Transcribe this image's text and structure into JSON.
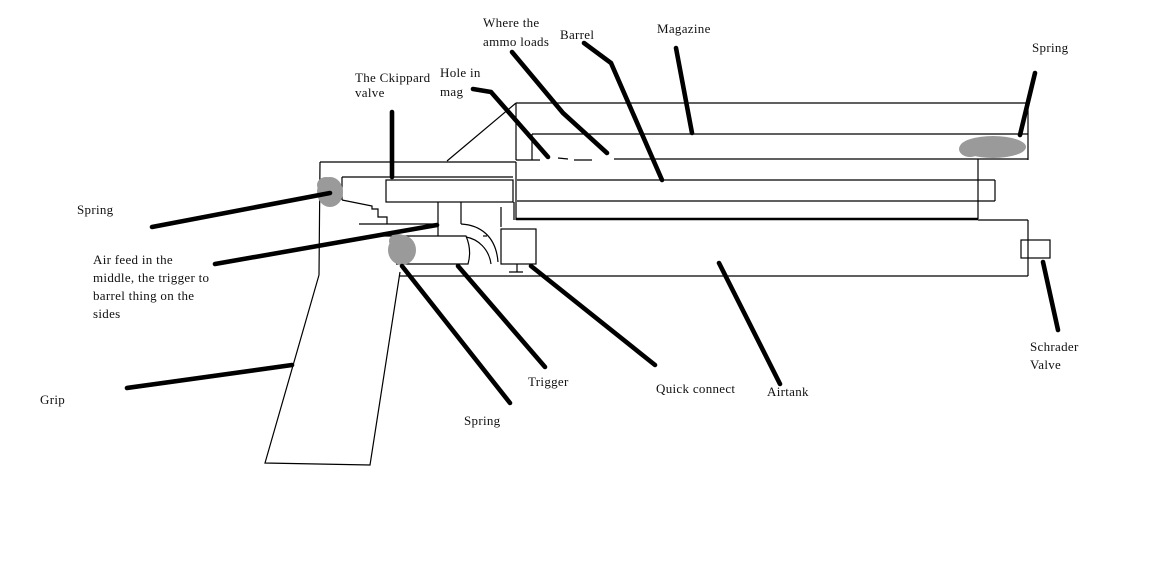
{
  "labels": {
    "ammo_line1": "Where the",
    "ammo_line2": "ammo loads",
    "barrel": "Barrel",
    "magazine": "Magazine",
    "spring_top": "Spring",
    "hole_line1": "Hole in",
    "hole_line2": "mag",
    "valve_line1": "The Ckippard",
    "valve_line2": "valve",
    "spring_left": "Spring",
    "airfeed_line1": "Air feed in the",
    "airfeed_line2": "middle, the trigger to",
    "airfeed_line3": "barrel thing on the",
    "airfeed_line4": "sides",
    "grip": "Grip",
    "trigger": "Trigger",
    "spring_bottom": "Spring",
    "quick_connect": "Quick connect",
    "airtank": "Airtank",
    "schrader_line1": "Schrader",
    "schrader_line2": "Valve"
  },
  "colors": {
    "ink": "#000000",
    "spring_gray": "#9a9a9a",
    "background": "#ffffff"
  }
}
